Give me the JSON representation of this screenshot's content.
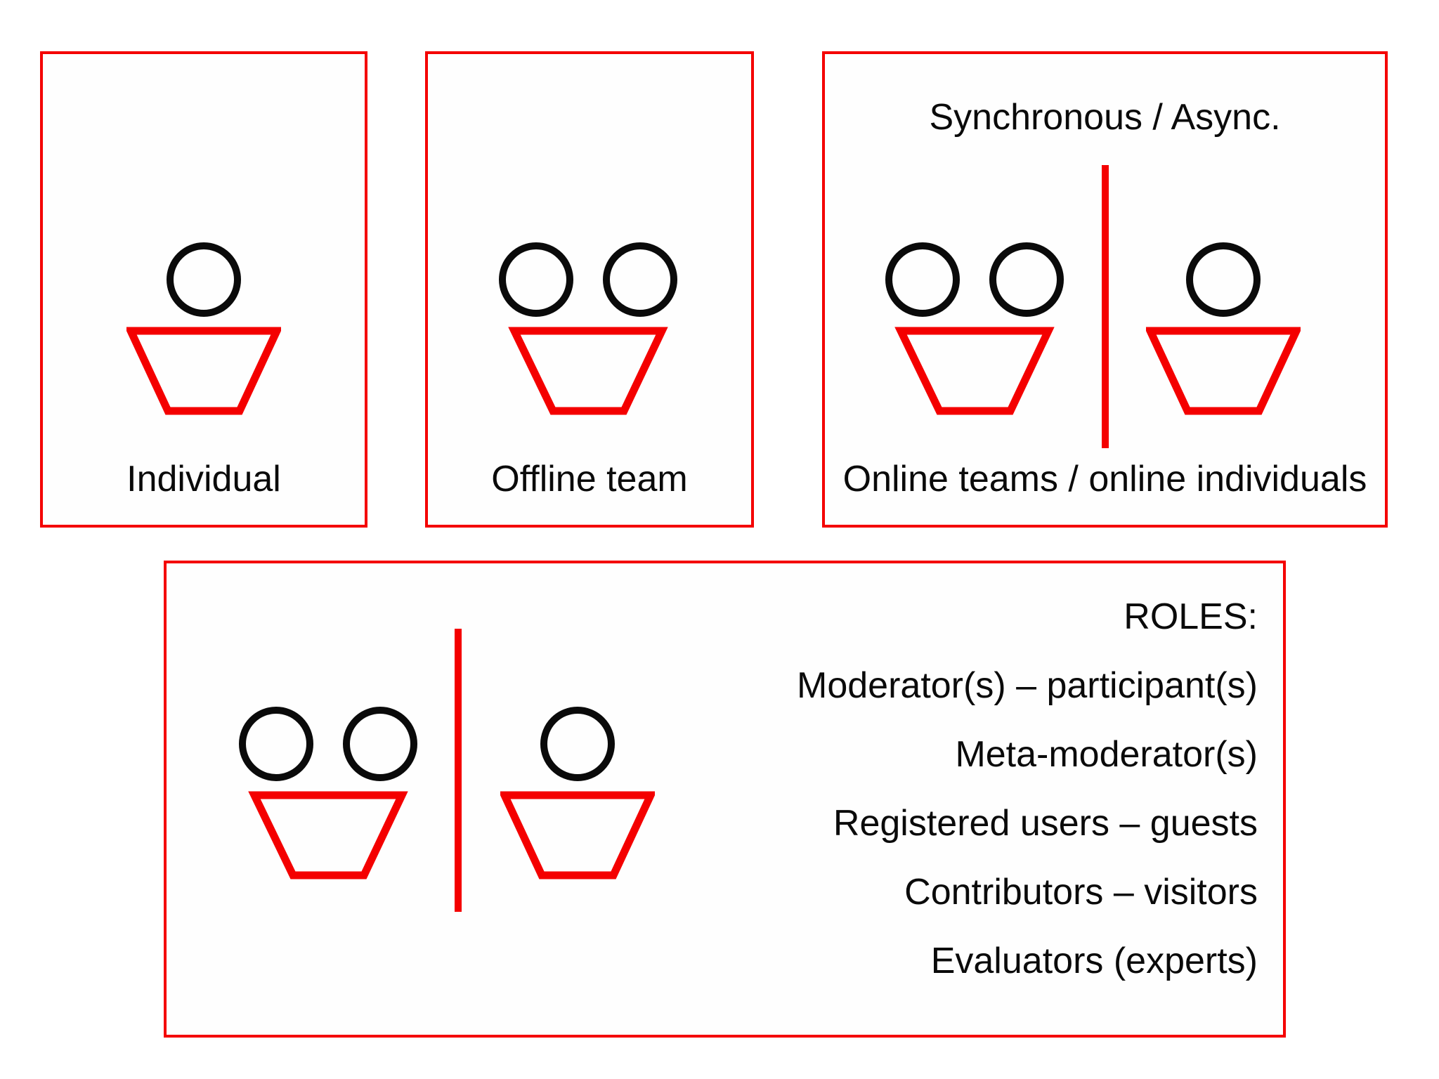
{
  "colors": {
    "accent_red": "#f40000",
    "ink_black": "#0a0a0a",
    "background": "#ffffff"
  },
  "icons": {
    "person": "person-icon",
    "team": "team-icon",
    "divider": "divider-line"
  },
  "boxes": {
    "individual": {
      "label": "Individual"
    },
    "offline_team": {
      "label": "Offline team"
    },
    "online": {
      "title": "Synchronous / Async.",
      "label": "Online teams / online individuals"
    },
    "collaboration_roles": {
      "heading": "ROLES:",
      "items": [
        "Moderator(s) – participant(s)",
        "Meta-moderator(s)",
        "Registered users – guests",
        "Contributors – visitors",
        "Evaluators (experts)"
      ]
    }
  }
}
